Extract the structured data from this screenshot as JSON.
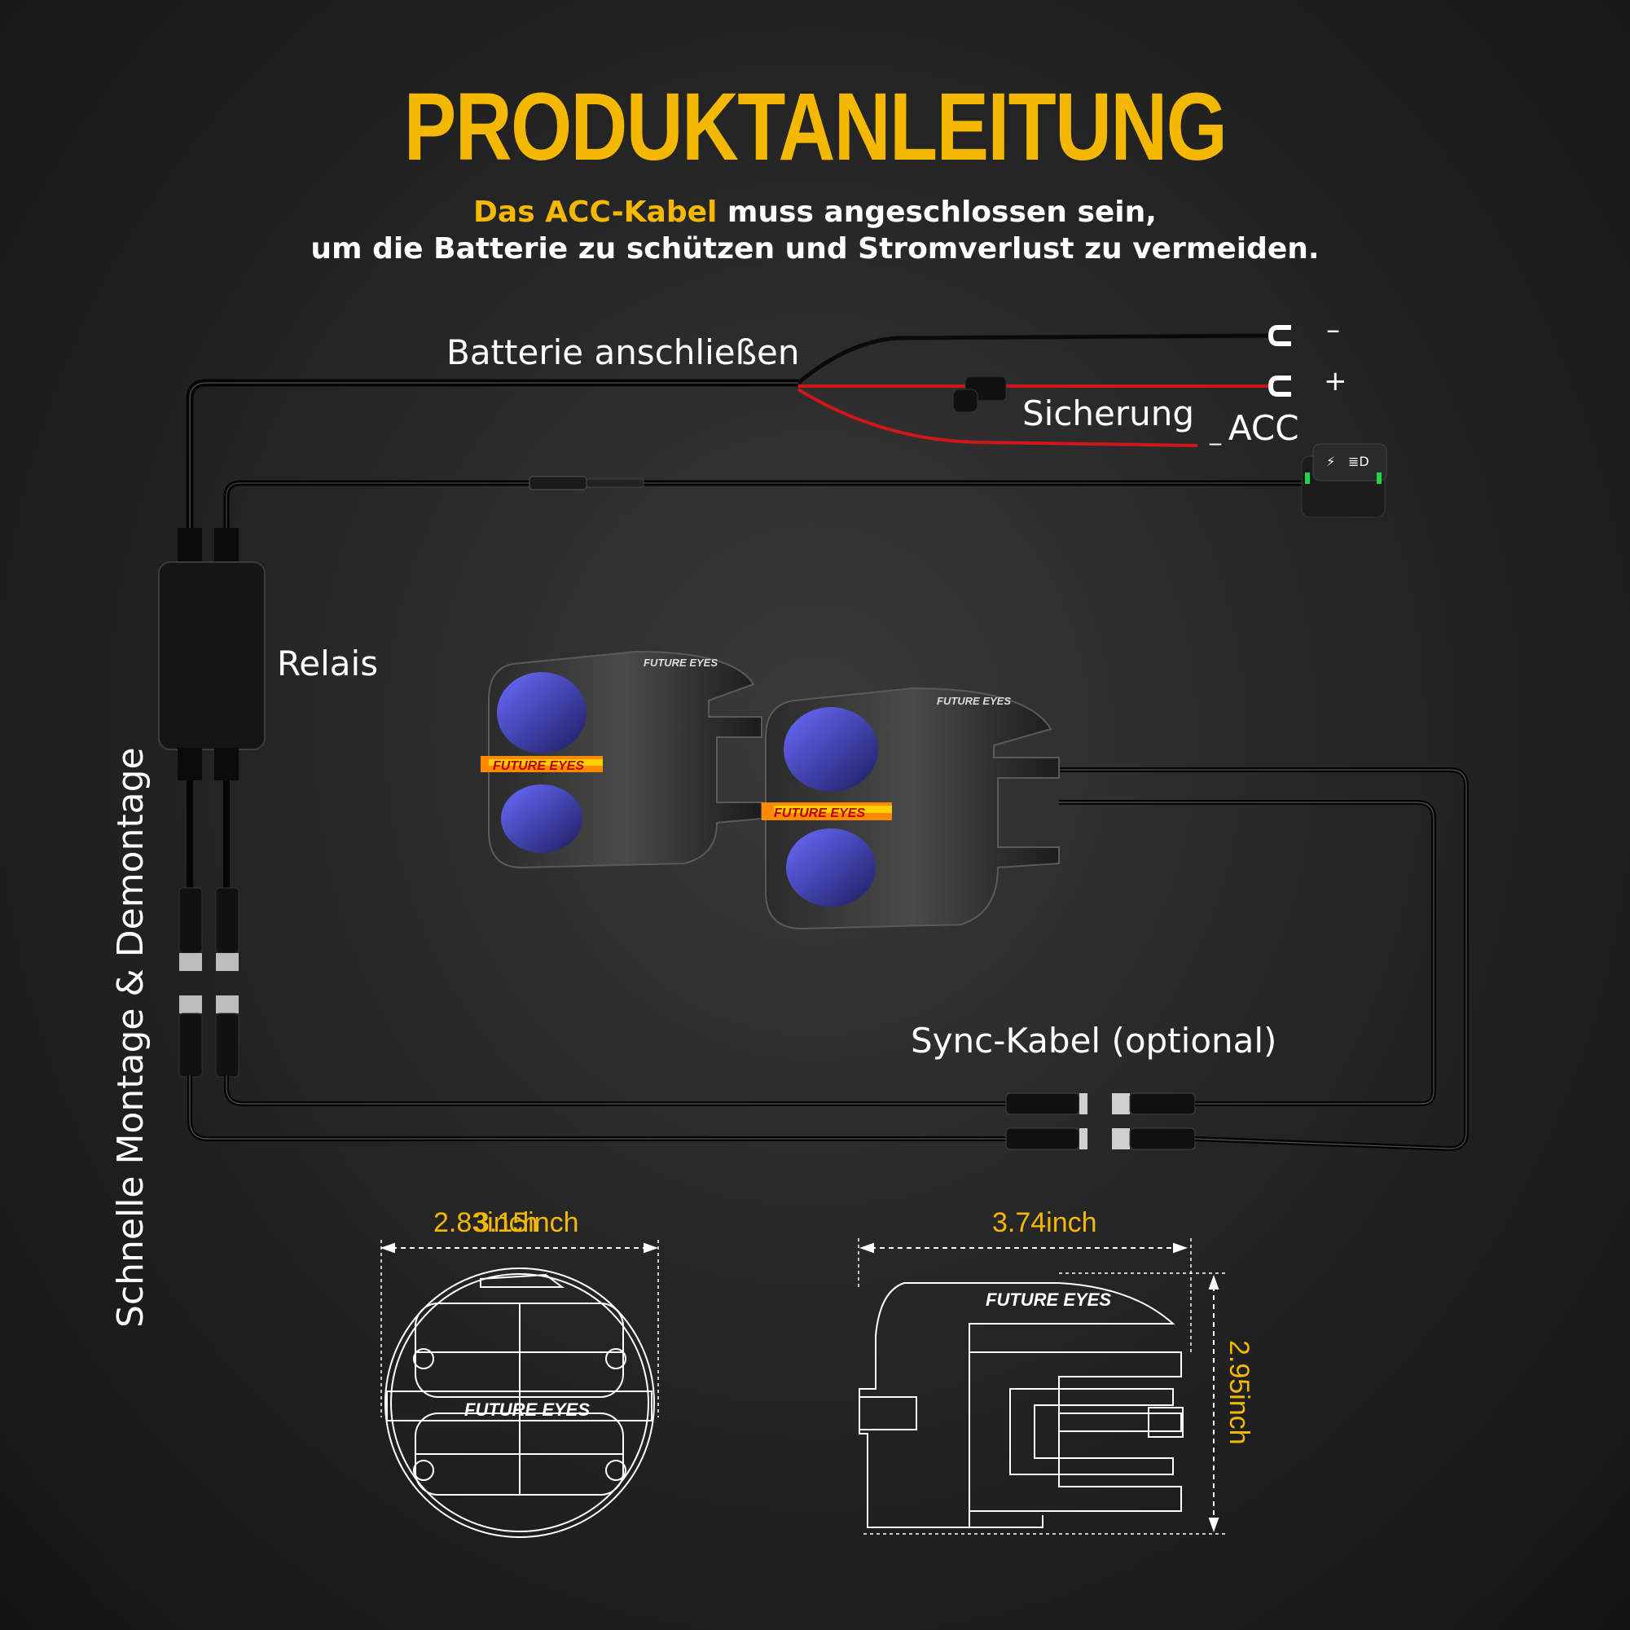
{
  "header": {
    "title": "PRODUKTANLEITUNG",
    "sub_line1_accent": "Das ACC-Kabel",
    "sub_line1_rest": " muss angeschlossen sein,",
    "sub_line2": "um die Batterie zu schützen und Stromverlust zu vermeiden."
  },
  "labels": {
    "battery": "Batterie anschließen",
    "fuse": "Sicherung",
    "acc": "ACC",
    "minus": "–",
    "plus": "+",
    "relay": "Relais",
    "quick_mount": "Schnelle Montage & Demontage",
    "sync": "Sync-Kabel (optional)"
  },
  "brand": {
    "logo_text": "FUTURE EYES"
  },
  "dimensions": {
    "front_width": "2.83inch",
    "front_width_overlap": "3.15inch",
    "side_width": "3.74inch",
    "side_height": "2.95inch"
  },
  "colors": {
    "accent": "#f5b800",
    "wire_red": "#d0161b",
    "amber_light": "#ff8a00",
    "blue_lens": "#3b3fb8",
    "switch_led": "#22d34a"
  }
}
